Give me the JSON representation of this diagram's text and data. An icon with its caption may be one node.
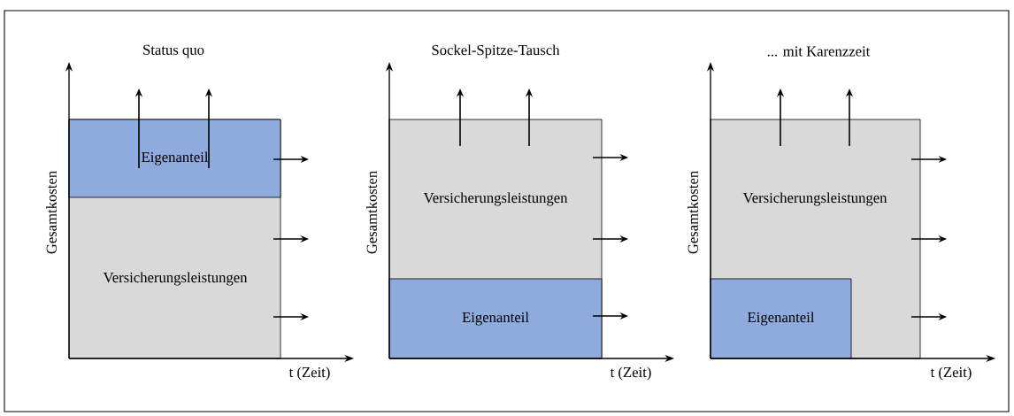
{
  "diagram": {
    "nodes": [
      {
        "text": [
          "Versicherungsleistungen"
        ]
      },
      {
        "text": [
          "Eigenanteil"
        ],
        "in": 0
      },
      {
        "text": [
          "Versicherungsleistungen"
        ]
      },
      {
        "text": [
          "Eigenanteil"
        ],
        "in": 2
      },
      {
        "text": [
          "Versicherungsleistungen"
        ]
      },
      {
        "text": [
          "Eigenanteil"
        ],
        "in": 4
      }
    ],
    "labels": [
      "Status quo",
      "Sockel-Spitze-Tausch",
      "... mit Karenzzeit",
      "Gesamtkosten",
      "Gesamtkosten",
      "Gesamtkosten",
      "t (Zeit)",
      "t (Zeit)",
      "t (Zeit)"
    ]
  }
}
